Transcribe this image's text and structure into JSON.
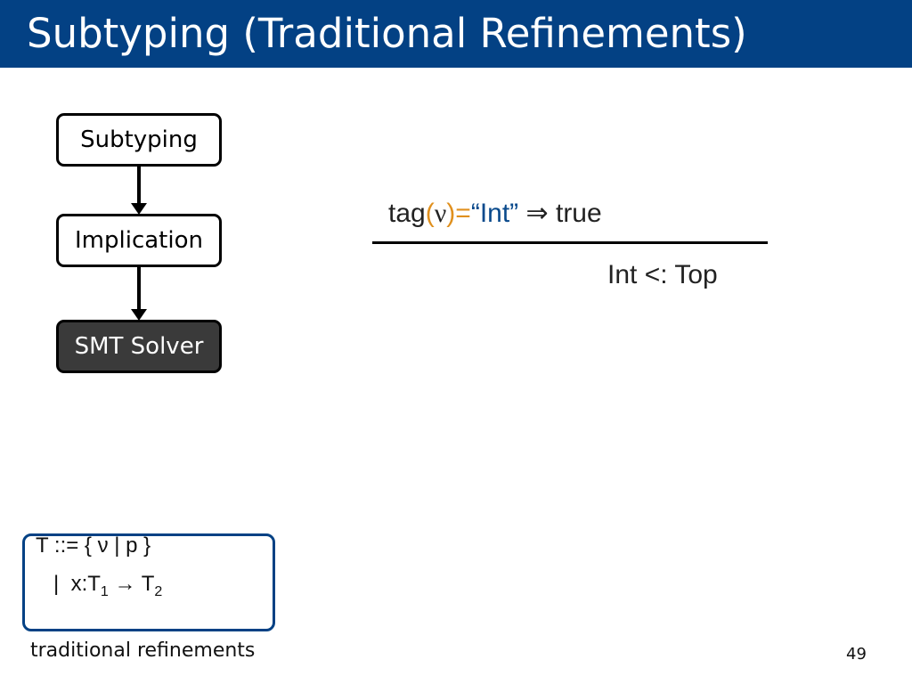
{
  "slide": {
    "title": "Subtyping (Traditional Refinements)",
    "page_number": "49"
  },
  "flow": {
    "box1": "Subtyping",
    "box2": "Implication",
    "box3": "SMT Solver"
  },
  "rule": {
    "premise": {
      "tag": "tag",
      "open_paren": "(",
      "nu": "ν",
      "close_paren": ")",
      "eq": "=",
      "int_lit": "“Int”",
      "implies": " ⇒ ",
      "true": "true"
    },
    "conclusion": "Int <: Top"
  },
  "grammar": {
    "line1": "T ::= { ν | p }",
    "line2_bar": "|  x:T",
    "line2_sub1": "1",
    "line2_arrow": " → T",
    "line2_sub2": "2"
  },
  "caption": "traditional refinements",
  "colors": {
    "title_bar": "#034184",
    "paren_eq": "#e0901e",
    "int_literal": "#0a4a8c",
    "smt_box": "#3a3a3a",
    "grammar_border": "#034184"
  }
}
